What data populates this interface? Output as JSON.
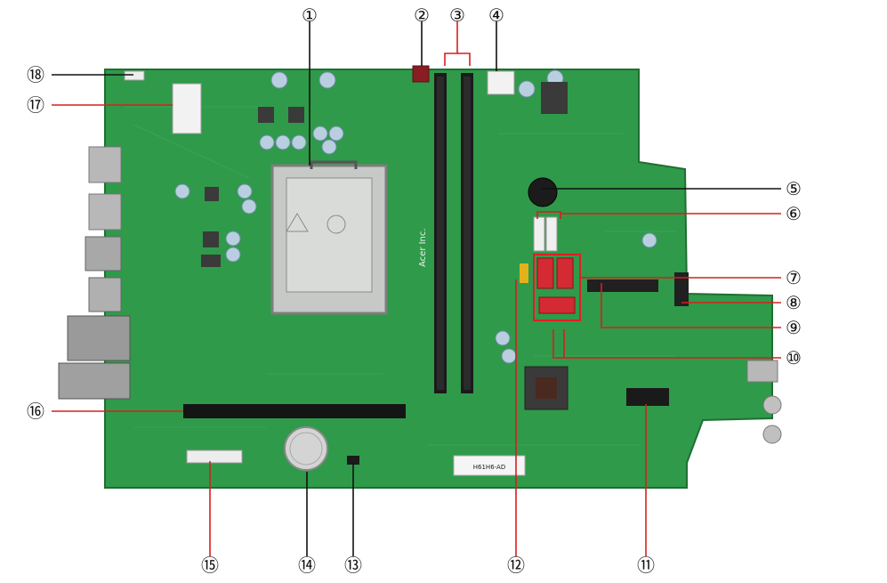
{
  "callouts": [
    {
      "num": 1,
      "glyph": "①"
    },
    {
      "num": 2,
      "glyph": "②"
    },
    {
      "num": 3,
      "glyph": "③"
    },
    {
      "num": 4,
      "glyph": "④"
    },
    {
      "num": 5,
      "glyph": "⑤"
    },
    {
      "num": 6,
      "glyph": "⑥"
    },
    {
      "num": 7,
      "glyph": "⑦"
    },
    {
      "num": 8,
      "glyph": "⑧"
    },
    {
      "num": 9,
      "glyph": "⑨"
    },
    {
      "num": 10,
      "glyph": "⑩"
    },
    {
      "num": 11,
      "glyph": "⑪"
    },
    {
      "num": 12,
      "glyph": "⑫"
    },
    {
      "num": 13,
      "glyph": "⑬"
    },
    {
      "num": 14,
      "glyph": "⑭"
    },
    {
      "num": 15,
      "glyph": "⑮"
    },
    {
      "num": 16,
      "glyph": "⑯"
    },
    {
      "num": 17,
      "glyph": "⑰"
    },
    {
      "num": 18,
      "glyph": "⑱"
    }
  ],
  "board": {
    "silkscreen_brand": "Acer Inc.",
    "model_label": "H61H6-AD"
  },
  "colors": {
    "pcb": "#2f9a4a",
    "callout_line_black": "#111111",
    "callout_line_red": "#d81e1e",
    "highlight_box": "#e51b24"
  }
}
